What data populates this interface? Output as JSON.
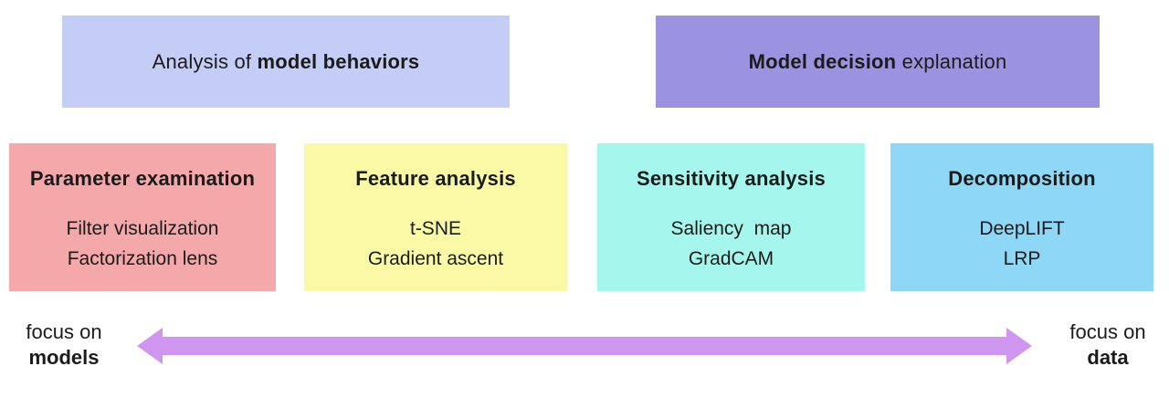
{
  "colors": {
    "header_behaviors_bg": "#C3CDF5",
    "header_decision_bg": "#9C93E0",
    "cat_parameter_bg": "#F4A8AA",
    "cat_feature_bg": "#FAFAA6",
    "cat_sensitivity_bg": "#A5F6EC",
    "cat_decomposition_bg": "#8ED7F6",
    "arrow_fill": "#CF96EF",
    "text_color": "#1B1B1B",
    "page_bg": "#FFFFFF"
  },
  "headers": {
    "behaviors": {
      "normal": "Analysis of ",
      "bold": "model behaviors"
    },
    "decision": {
      "bold": "Model decision",
      "normal": " explanation"
    }
  },
  "categories": [
    {
      "title": "Parameter examination",
      "items": [
        "Filter visualization",
        "Factorization lens"
      ]
    },
    {
      "title": "Feature analysis",
      "items": [
        "t-SNE",
        "Gradient ascent"
      ]
    },
    {
      "title": "Sensitivity analysis",
      "items": [
        "Saliency  map",
        "GradCAM"
      ]
    },
    {
      "title": "Decomposition",
      "items": [
        "DeepLIFT",
        "LRP"
      ]
    }
  ],
  "axis": {
    "left": {
      "line1": "focus on",
      "line2": "models"
    },
    "right": {
      "line1": "focus on",
      "line2": "data"
    }
  }
}
